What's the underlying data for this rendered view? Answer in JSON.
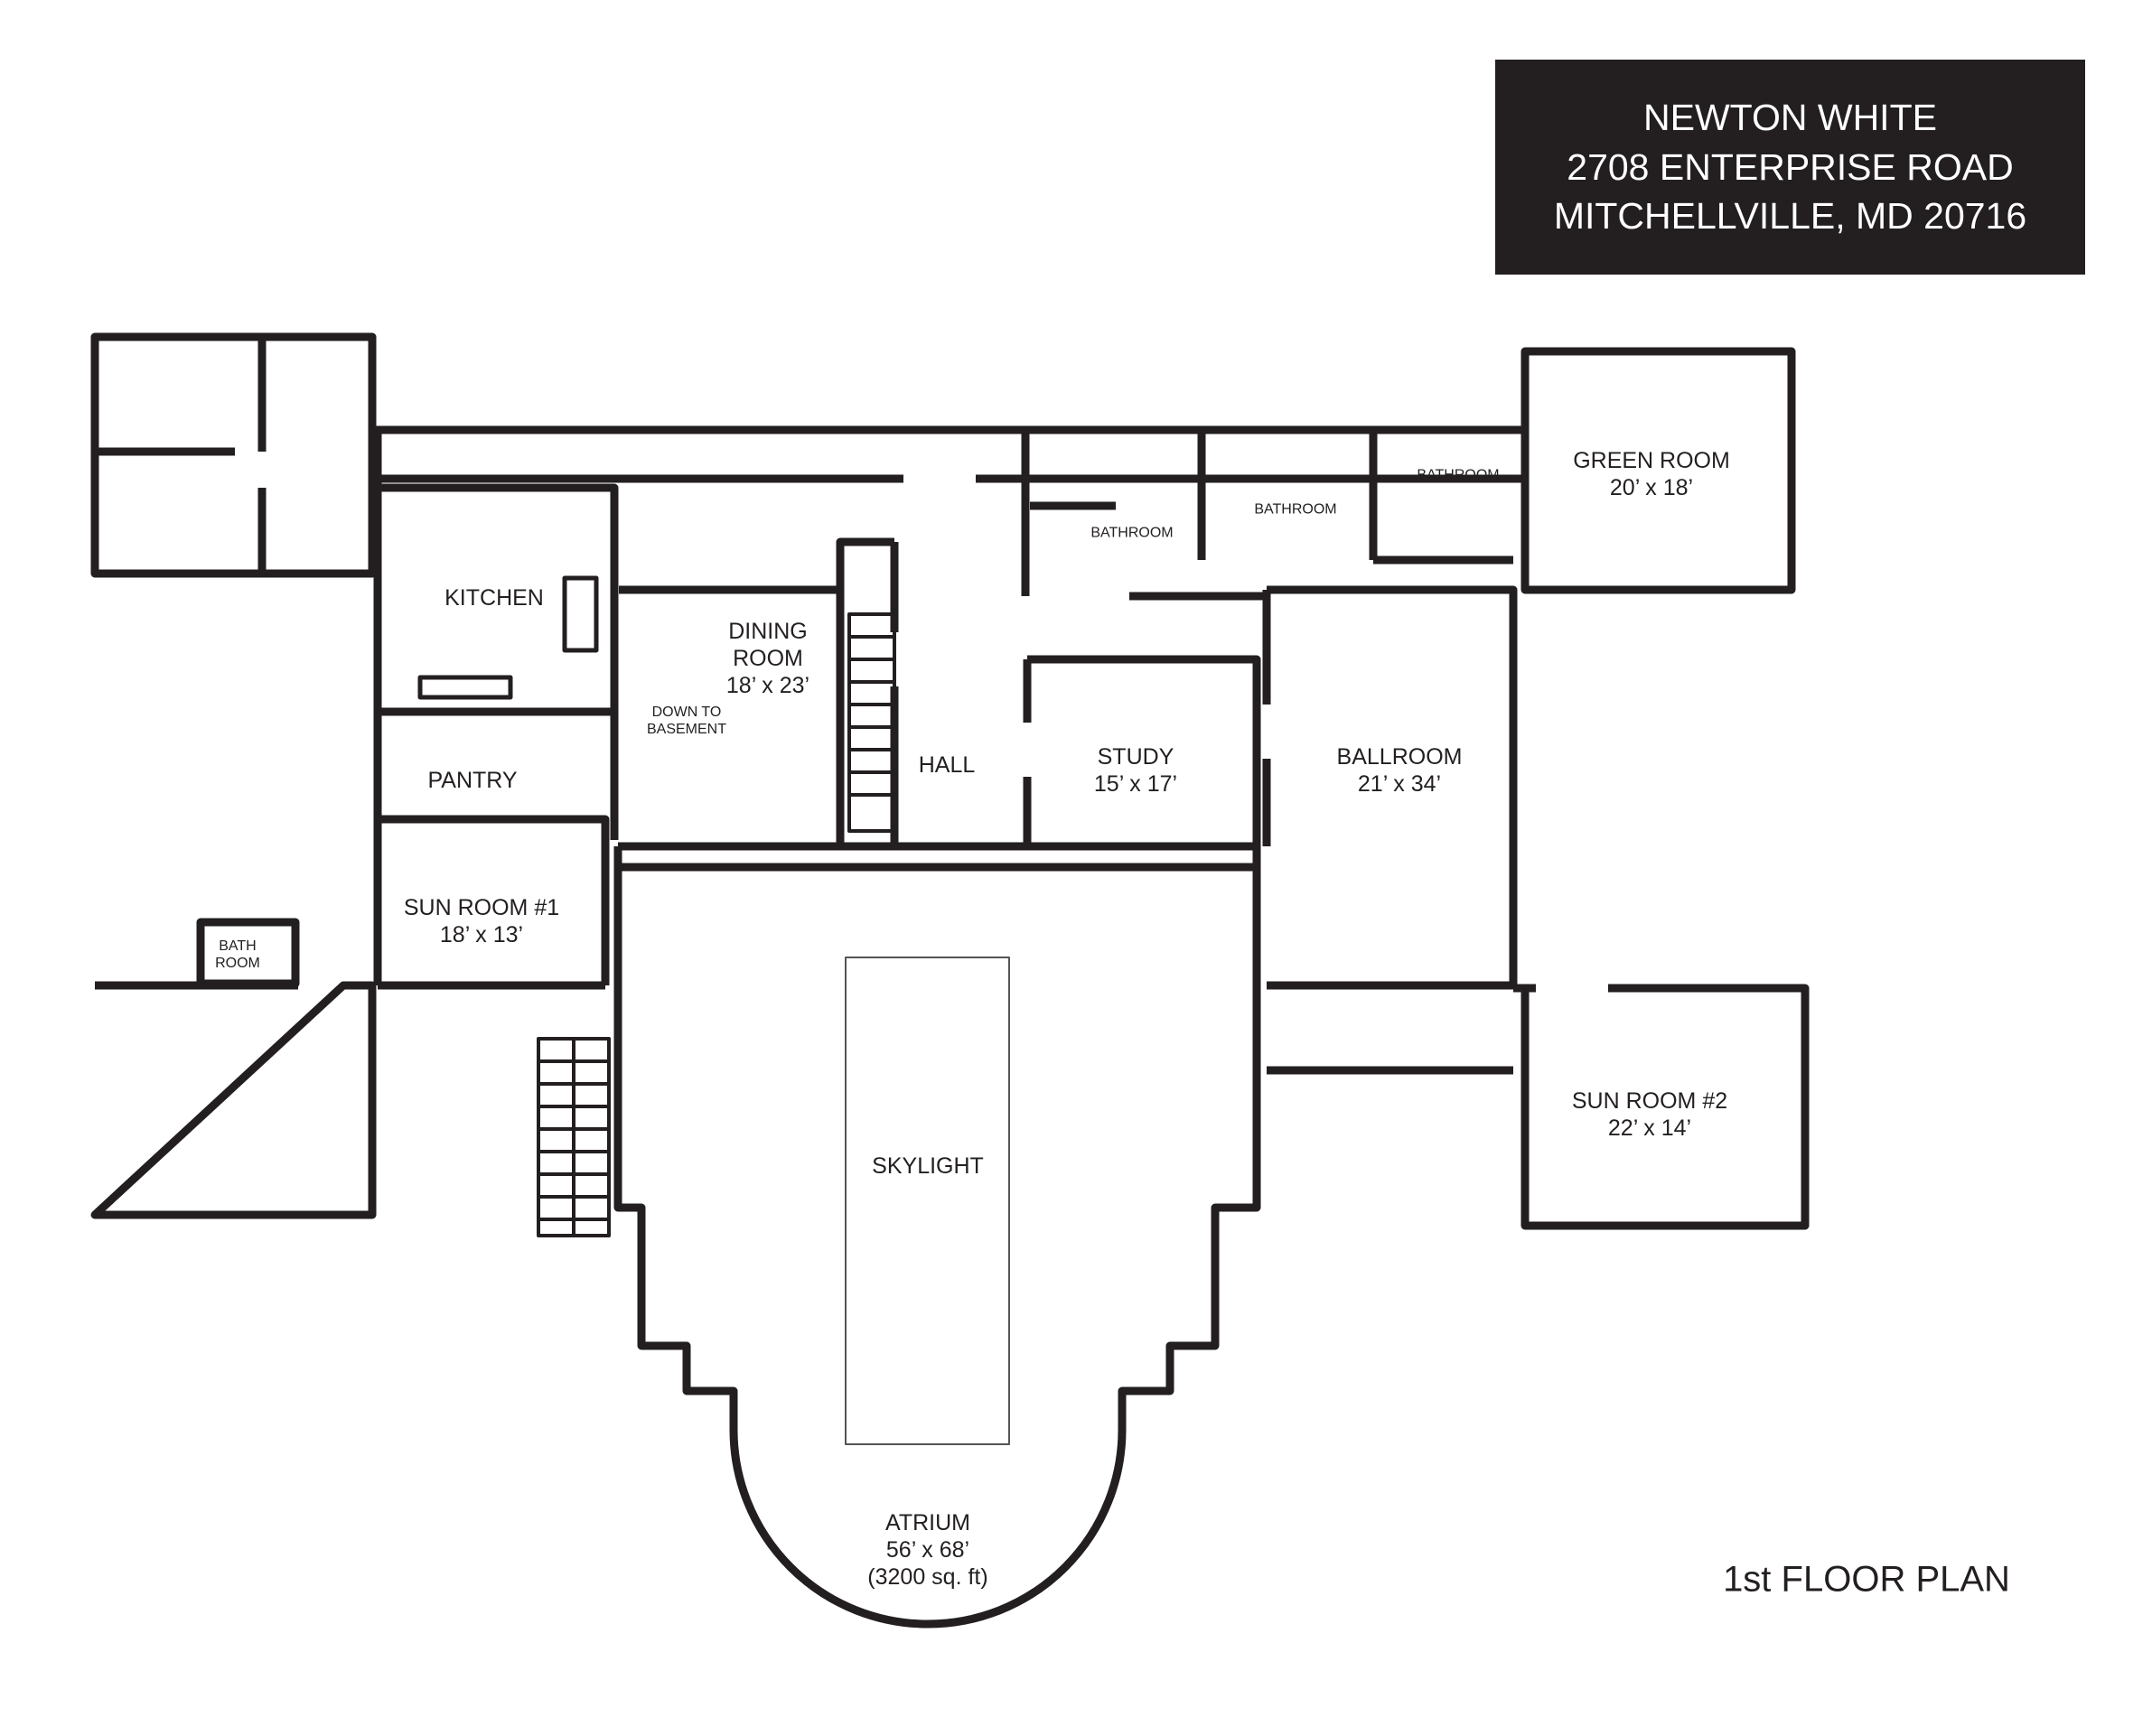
{
  "header": {
    "name": "NEWTON WHITE",
    "address": "2708 ENTERPRISE ROAD",
    "city": "MITCHELLVILLE, MD 20716"
  },
  "plan_title": "1st FLOOR PLAN",
  "rooms": {
    "kitchen": {
      "name": "KITCHEN"
    },
    "dining": {
      "name1": "DINING",
      "name2": "ROOM",
      "size": "18’ x 23’"
    },
    "basement": {
      "line1": "DOWN TO",
      "line2": "BASEMENT"
    },
    "pantry": {
      "name": "PANTRY"
    },
    "hall": {
      "name": "HALL"
    },
    "study": {
      "name": "STUDY",
      "size": "15’ x 17’"
    },
    "ballroom": {
      "name": "BALLROOM",
      "size": "21’ x 34’"
    },
    "green_room": {
      "name": "GREEN ROOM",
      "size": "20’ x 18’"
    },
    "bathroom_1": {
      "name": "BATHROOM"
    },
    "bathroom_2": {
      "name": "BATHROOM"
    },
    "bathroom_3": {
      "name": "BATHROOM"
    },
    "sun_room_1": {
      "name": "SUN ROOM #1",
      "size": "18’ x 13’"
    },
    "bath_room_small": {
      "line1": "BATH",
      "line2": "ROOM"
    },
    "sun_room_2": {
      "name": "SUN ROOM #2",
      "size": "22’ x 14’"
    },
    "skylight": {
      "name": "SKYLIGHT"
    },
    "atrium": {
      "name": "ATRIUM",
      "size": "56’ x 68’",
      "area": "(3200 sq. ft)"
    }
  }
}
